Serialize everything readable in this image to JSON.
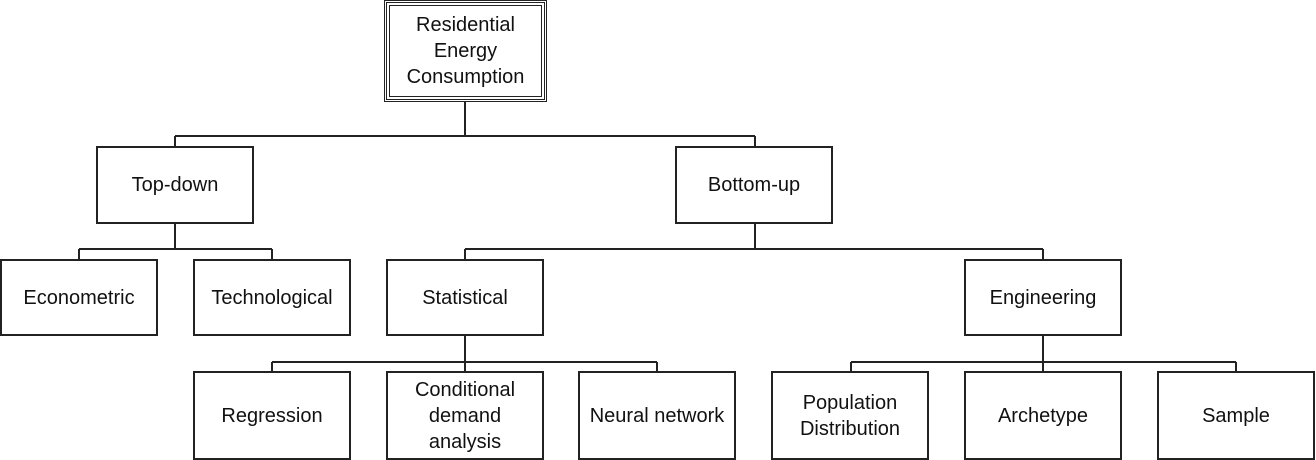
{
  "diagram": {
    "root": {
      "label": "Residential\nEnergy\nConsumption"
    },
    "level1": [
      {
        "label": "Top-down"
      },
      {
        "label": "Bottom-up"
      }
    ],
    "top_down_children": [
      {
        "label": "Econometric"
      },
      {
        "label": "Technological"
      }
    ],
    "bottom_up_children": [
      {
        "label": "Statistical"
      },
      {
        "label": "Engineering"
      }
    ],
    "statistical_children": [
      {
        "label": "Regression"
      },
      {
        "label": "Conditional\ndemand\nanalysis"
      },
      {
        "label": "Neural network"
      }
    ],
    "engineering_children": [
      {
        "label": "Population\nDistribution"
      },
      {
        "label": "Archetype"
      },
      {
        "label": "Sample"
      }
    ]
  }
}
